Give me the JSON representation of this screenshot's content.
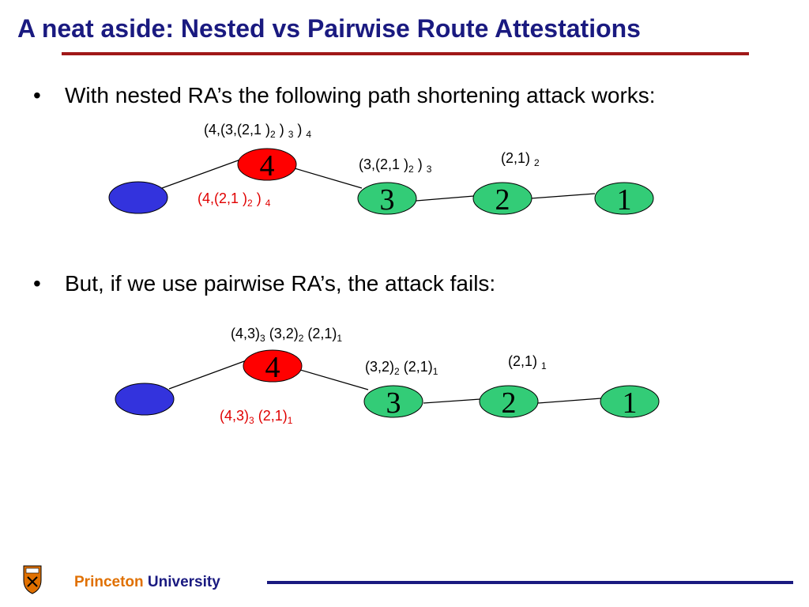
{
  "slide": {
    "title": "A neat aside: Nested vs Pairwise Route Attestations",
    "bullet_char": "•",
    "bullets": [
      {
        "text": "With nested RA’s the following path shortening attack works:"
      },
      {
        "text": "But, if we use pairwise RA’s, the attack fails:"
      }
    ]
  },
  "diagrams": [
    {
      "nodes": [
        {
          "id": "origin",
          "label": "",
          "color": "#3333dd"
        },
        {
          "id": "4",
          "label": "4",
          "color": "#ff0000"
        },
        {
          "id": "3",
          "label": "3",
          "color": "#33cc77"
        },
        {
          "id": "2",
          "label": "2",
          "color": "#33cc77"
        },
        {
          "id": "1",
          "label": "1",
          "color": "#33cc77"
        }
      ],
      "labels": {
        "a": {
          "t1": "(4,(3,(2,1 )",
          "s1": "2",
          "t2": " ) ",
          "s2": "3",
          "t3": " ) ",
          "s3": "4"
        },
        "b": {
          "t1": "(3,(2,1 )",
          "s1": "2",
          "t2": " ) ",
          "s2": "3"
        },
        "c": {
          "t1": "(2,1) ",
          "s1": "2"
        },
        "d": {
          "t1": "(4,(2,1 )",
          "s1": "2",
          "t2": " ) ",
          "s2": "4"
        }
      }
    },
    {
      "nodes": [
        {
          "id": "origin",
          "label": "",
          "color": "#3333dd"
        },
        {
          "id": "4",
          "label": "4",
          "color": "#ff0000"
        },
        {
          "id": "3",
          "label": "3",
          "color": "#33cc77"
        },
        {
          "id": "2",
          "label": "2",
          "color": "#33cc77"
        },
        {
          "id": "1",
          "label": "1",
          "color": "#33cc77"
        }
      ],
      "labels": {
        "a": {
          "t1": "(4,3)",
          "s1": "3",
          "t2": " (3,2)",
          "s2": "2",
          "t3": " (2,1)",
          "s3": "1"
        },
        "b": {
          "t1": "(3,2)",
          "s1": "2",
          "t2": " (2,1)",
          "s2": "1"
        },
        "c": {
          "t1": "(2,1) ",
          "s1": "1"
        },
        "d": {
          "t1": "(4,3)",
          "s1": "3",
          "t2": " (2,1)",
          "s2": "1"
        }
      }
    }
  ],
  "footer": {
    "brand1": "Princeton",
    "brand2": "University"
  },
  "colors": {
    "title": "#1a1a80",
    "rule": "#a01818",
    "attack_text": "#e00000",
    "footer_orange": "#e07000"
  }
}
